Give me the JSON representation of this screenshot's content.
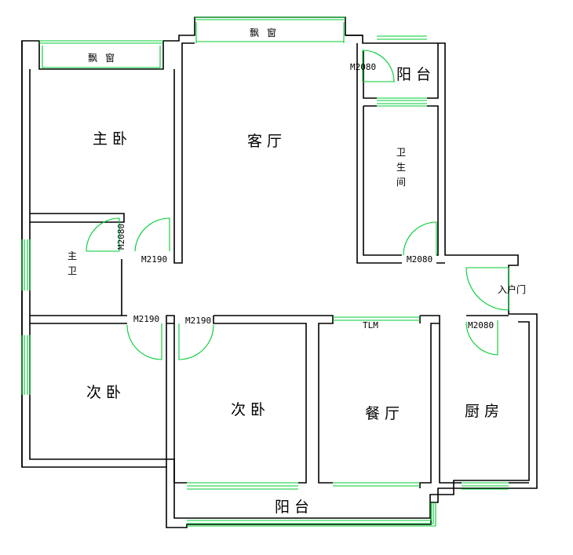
{
  "rooms": {
    "master_bedroom": "主卧",
    "living_room": "客厅",
    "balcony_top": "阳台",
    "bathroom_1": "卫",
    "bathroom_2": "生",
    "bathroom_3": "间",
    "master_bath_1": "主",
    "master_bath_2": "卫",
    "entrance": "入户门",
    "bedroom_left": "次卧",
    "bedroom_center": "次卧",
    "dining": "餐厅",
    "kitchen": "厨房",
    "balcony_bottom": "阳台"
  },
  "windows": {
    "bay_left": "飘窗",
    "bay_top": "飘窗",
    "sliding_door": "TLM"
  },
  "doors": {
    "balcony": "M2080",
    "bathroom": "M2080",
    "master_bath": "M2080",
    "master_bedroom": "M2190",
    "left_bedroom": "M2190",
    "center_bedroom": "M2190",
    "kitchen": "M2080"
  },
  "colors": {
    "walls": "#000000",
    "windows_and_doors": "#00cc33"
  }
}
